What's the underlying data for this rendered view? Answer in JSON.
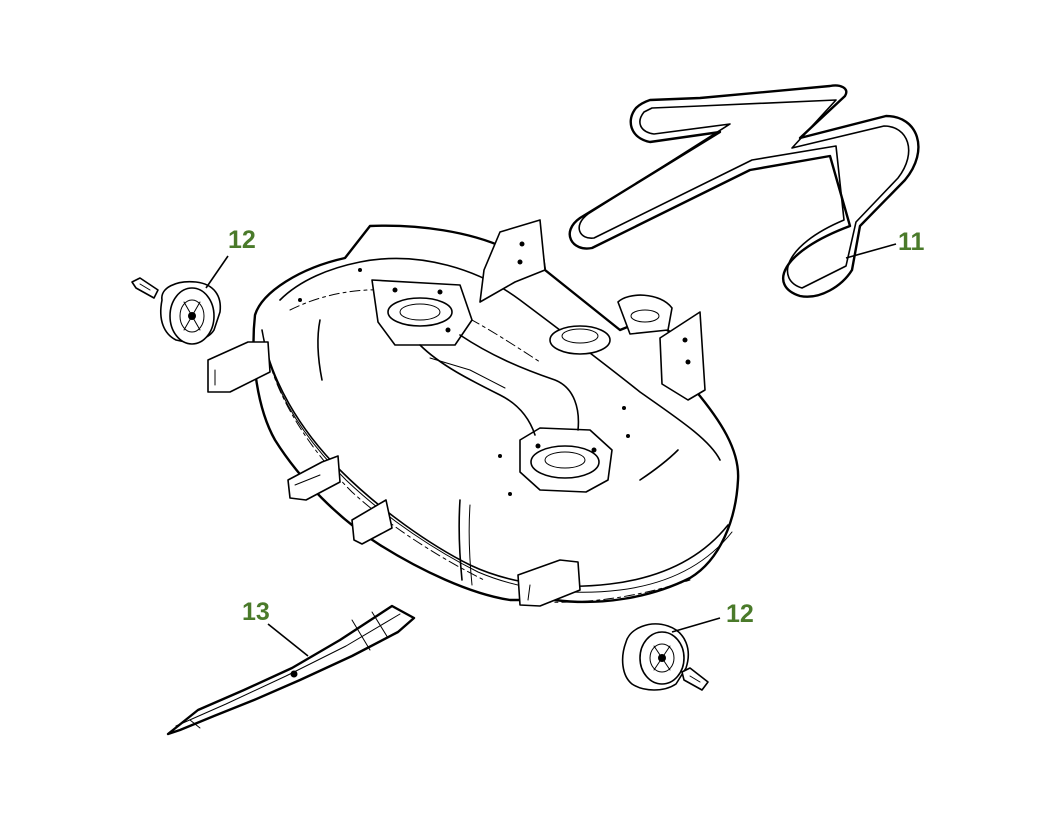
{
  "labels": {
    "belt": "11",
    "wheel_left": "12",
    "wheel_right": "12",
    "blade": "13"
  },
  "colors": {
    "label": "#4a7a2a",
    "line": "#000000",
    "background": "#ffffff"
  }
}
